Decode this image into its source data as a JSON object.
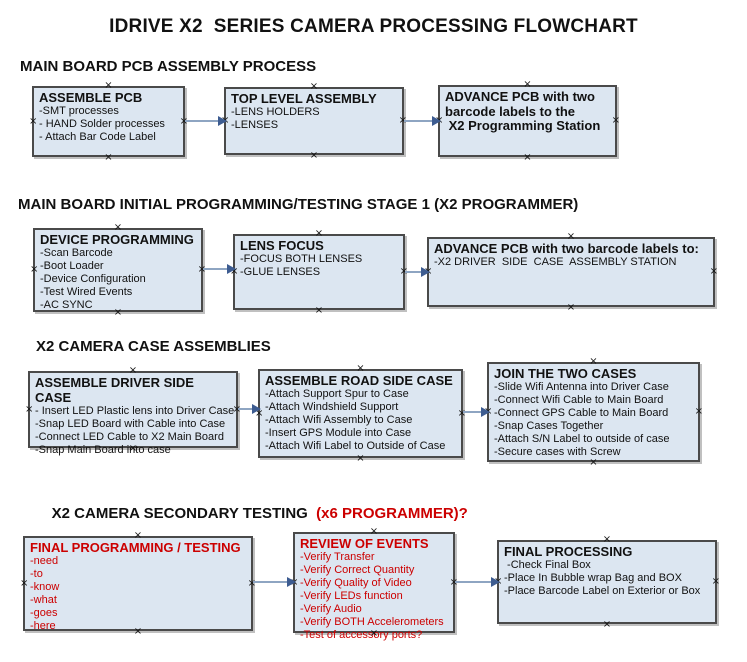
{
  "title": "IDRIVE X2  SERIES CAMERA PROCESSING FLOWCHART",
  "anchor_glyph": "×",
  "colors": {
    "box_fill": "#dce6f1",
    "box_border": "#4a4a4a",
    "red_text": "#cc0000",
    "arrow_line": "#8ea5c2",
    "arrow_head": "#3d5c91"
  },
  "sections": [
    {
      "heading": "MAIN BOARD PCB ASSEMBLY PROCESS",
      "boxes": [
        {
          "title": "ASSEMBLE PCB",
          "items": [
            "-SMT processes",
            "- HAND Solder processes",
            "- Attach Bar Code Label"
          ]
        },
        {
          "title": "TOP LEVEL ASSEMBLY",
          "items": [
            "-LENS HOLDERS",
            "-LENSES"
          ]
        },
        {
          "title": "ADVANCE PCB with two barcode labels to the",
          "items": [
            " X2 Programming Station"
          ]
        }
      ]
    },
    {
      "heading": "MAIN BOARD INITIAL PROGRAMMING/TESTING STAGE 1 (X2 PROGRAMMER)",
      "boxes": [
        {
          "title": "DEVICE PROGRAMMING",
          "items": [
            "-Scan Barcode",
            "-Boot Loader",
            "-Device Configuration",
            "-Test Wired Events",
            "-AC SYNC"
          ]
        },
        {
          "title": "LENS FOCUS",
          "items": [
            "-FOCUS BOTH LENSES",
            "-GLUE LENSES"
          ]
        },
        {
          "title": "ADVANCE PCB with two barcode labels to:",
          "items": [
            "-X2 DRIVER  SIDE  CASE  ASSEMBLY STATION"
          ]
        }
      ]
    },
    {
      "heading": "X2 CAMERA CASE ASSEMBLIES",
      "boxes": [
        {
          "title": "ASSEMBLE DRIVER SIDE CASE",
          "items": [
            "- Insert LED Plastic lens into Driver Case",
            "-Snap LED Board with Cable into Case",
            "-Connect LED Cable to X2 Main Board",
            "-Snap Main Board into case"
          ]
        },
        {
          "title": "ASSEMBLE ROAD SIDE CASE",
          "items": [
            "-Attach Support Spur to Case",
            "-Attach Windshield Support",
            "-Attach Wifi Assembly to Case",
            "-Insert GPS Module into Case",
            "-Attach Wifi Label to Outside of Case"
          ]
        },
        {
          "title": "JOIN THE TWO CASES",
          "items": [
            "-Slide Wifi Antenna into Driver Case",
            "-Connect Wifi Cable to Main Board",
            "-Connect GPS Cable to Main Board",
            "-Snap Cases Together",
            "-Attach S/N Label to outside of case",
            "-Secure cases with Screw"
          ]
        }
      ]
    },
    {
      "heading": "X2 CAMERA SECONDARY TESTING  ",
      "heading_red": "(x6 PROGRAMMER)?",
      "boxes": [
        {
          "title": "FINAL PROGRAMMING / TESTING",
          "items": [
            "-need",
            "-to",
            "-know",
            "-what",
            "-goes",
            "-here"
          ]
        },
        {
          "title": "REVIEW OF EVENTS",
          "items": [
            "-Verify Transfer",
            "-Verify Correct Quantity",
            "-Verify Quality of Video",
            "-Verify LEDs function",
            "-Verify Audio",
            "-Verify BOTH Accelerometers",
            "-Test of accessory ports?"
          ]
        },
        {
          "title": "FINAL PROCESSING",
          "items": [
            " -Check Final Box",
            "-Place In Bubble wrap Bag and BOX",
            "-Place Barcode Label on Exterior or Box"
          ]
        }
      ]
    }
  ]
}
